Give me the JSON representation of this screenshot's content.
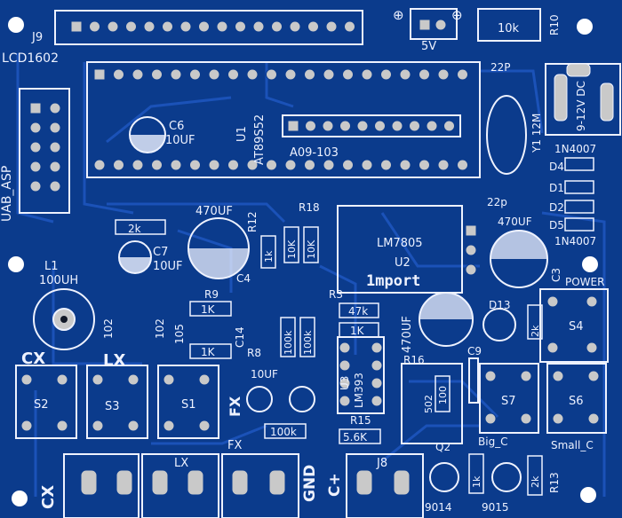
{
  "board": {
    "colors": {
      "substrate": "#0b3b8c",
      "trace": "#1b52b8",
      "silk": "#eef2ff",
      "pad": "#c9c9c9",
      "hole": "#111827"
    },
    "connectors": {
      "j9": "J9",
      "lcd": "LCD1602",
      "uab": "UAB_ASP",
      "j8": "J8",
      "fiveV": "5V",
      "dc": "9-12V DC",
      "plus": "⊕",
      "minus": "⊖"
    },
    "chips": {
      "u1": "U1",
      "u1_part": "AT89S52",
      "u2": "U2",
      "u2_part": "LM7805",
      "u3": "U3",
      "u3_part": "LM393",
      "a09": "A09-103",
      "import": "1mport"
    },
    "caps": {
      "c6": "C6",
      "c6v": "10UF",
      "c7": "C7",
      "c7v": "10UF",
      "c3": "C3",
      "c4": "C4",
      "c9": "C9",
      "c14": "C14",
      "v470a": "470UF",
      "v470b": "470UF",
      "v470c": "470UF",
      "p22a": "22P",
      "p22b": "22p",
      "v102a": "102",
      "v102b": "102",
      "v105": "105",
      "v100": "100",
      "v502": "502",
      "fx10uf": "10UF"
    },
    "resistors": {
      "r2k": "2k",
      "r10": "R10",
      "r10v": "10k",
      "r12": "R12",
      "r12v": "1k",
      "r18": "R18",
      "r18a": "10K",
      "r18b": "10K",
      "r9": "R9",
      "r9v": "1K",
      "r8": "R8",
      "r8v": "1K",
      "r3": "R3",
      "r3a": "47k",
      "r3b": "1K",
      "r100a": "100k",
      "r100b": "100k",
      "r100c": "100k",
      "r15": "R15",
      "r15v": "5.6K",
      "r16": "R16",
      "r13": "R13",
      "rbig": "1k",
      "rsmall": "2k",
      "rled": "2k"
    },
    "misc": {
      "l1": "L1",
      "l1v": "100UH",
      "y1": "Y1 12M",
      "d1": "D1",
      "d2": "D2",
      "d4": "D4",
      "d5": "D5",
      "d13": "D13",
      "n1": "1N4007",
      "n2": "1N4007",
      "q2": "Q2",
      "t9014": "9014",
      "t9015": "9015",
      "bigc": "Big_C",
      "smallc": "Small_C",
      "power": "POWER"
    },
    "switches": {
      "s1": "S1",
      "s2": "S2",
      "s3": "S3",
      "s4": "S4",
      "s6": "S6",
      "s7": "S7"
    },
    "labels": {
      "cx": "CX",
      "lx": "LX",
      "fx": "FX",
      "cxb": "CX",
      "lxb": "LX",
      "fxb": "FX",
      "gnd": "GND",
      "cplus": "C+"
    }
  }
}
